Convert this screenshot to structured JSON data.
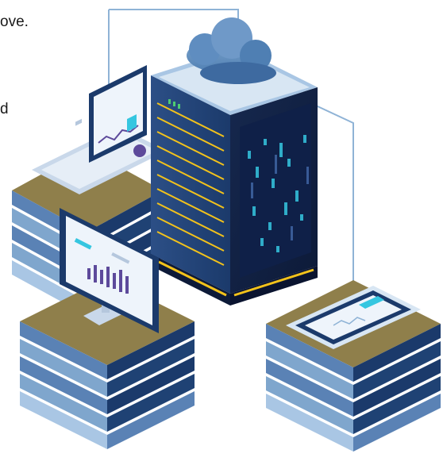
{
  "text_fragments": {
    "line1": "ove.",
    "line2": "d"
  },
  "colors": {
    "navy": "#1b3a6b",
    "dark_navy": "#15294f",
    "steel_blue": "#7fa6cd",
    "light_blue": "#a9c6e4",
    "pale_blue": "#d8e6f3",
    "tan": "#8f7f4b",
    "yellow": "#f2c21b",
    "cyan": "#35c6e0",
    "connector": "#8fb3d6",
    "chart_purple": "#5d4a9b"
  },
  "icons": [
    "cloud-icon",
    "server-rack",
    "laptop",
    "desktop-monitor",
    "tablet",
    "server-stack"
  ]
}
